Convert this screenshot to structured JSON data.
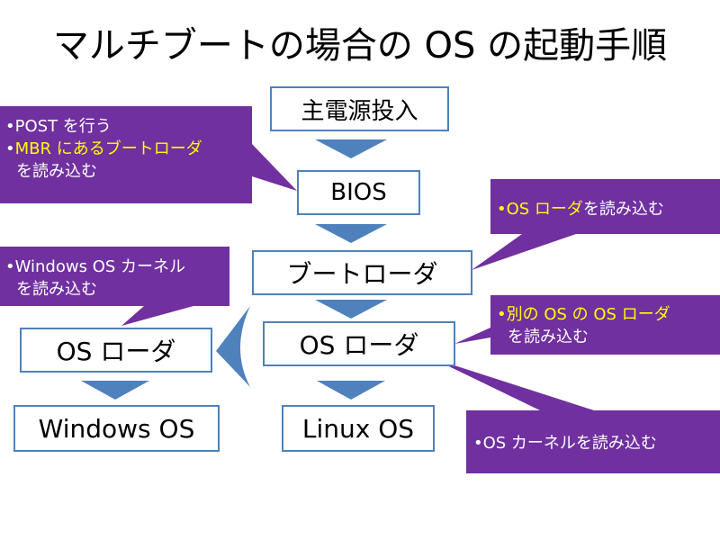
{
  "title": "マルチブートの場合の OS の起動手順",
  "colors": {
    "box_border": "#4f81bd",
    "arrow": "#4f81bd",
    "callout": "#7030a0",
    "highlight": "#ffff00",
    "callout_text": "#ffffff"
  },
  "boxes": {
    "power": "主電源投入",
    "bios": "BIOS",
    "bootloader": "ブートローダ",
    "os_loader_center": "OS ローダ",
    "os_loader_left": "OS ローダ",
    "windows": "Windows OS",
    "linux": "Linux OS"
  },
  "callouts": {
    "bios": {
      "line1": "•POST を行う",
      "line2_bullet": "•",
      "line2_plain": "MBR にある",
      "line2_hl": "ブートローダ",
      "line3": "を読み込む"
    },
    "bootloader": {
      "hl": "•OS ローダ",
      "plain": "を読み込む"
    },
    "windows_loader": {
      "line1": "•Windows OS  カーネル",
      "line2": "を読み込む"
    },
    "other_os": {
      "hl": "•別の OS の OS ローダ",
      "line2": "を読み込む"
    },
    "linux_kernel": {
      "text": "•OS  カーネルを読み込む"
    }
  }
}
